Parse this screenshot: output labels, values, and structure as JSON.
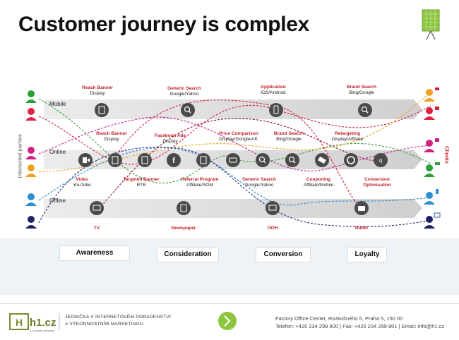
{
  "title": "Customer journey is complex",
  "channels": {
    "mobile": "Mobile",
    "online": "Online",
    "offline": "Offline"
  },
  "side_labels": {
    "left": "Interested parties",
    "right": "Clients"
  },
  "touchpoints": {
    "reach_banner_mobile": {
      "name": "Reach Banner",
      "sub": "Display"
    },
    "generic_search_mobile": {
      "name": "Generic Search",
      "sub": "Google/Yahoo"
    },
    "application": {
      "name": "Application",
      "sub": "iOS/Android"
    },
    "brand_search_mobile": {
      "name": "Brand Search",
      "sub": "Bing/Google"
    },
    "reach_banner_online": {
      "name": "Reach Banner",
      "sub": "Display"
    },
    "facebook_ads": {
      "name": "Facebook Ads",
      "sub": "Display"
    },
    "price_comparison": {
      "name": "Price Comparison",
      "sub": "Display/Google/Aff."
    },
    "brand_search_online": {
      "name": "Brand Search",
      "sub": "Bing/Google"
    },
    "retargeting": {
      "name": "Retargeting",
      "sub": "Display/Affiliate"
    },
    "video": {
      "name": "Video",
      "sub": "YouTube"
    },
    "targeted_banner": {
      "name": "Targeted Banner",
      "sub": "RTB"
    },
    "referral_program": {
      "name": "Referral Program",
      "sub": "Affiliate/SOM"
    },
    "generic_search_online": {
      "name": "Generic Search",
      "sub": "Google/Yahoo"
    },
    "couponing": {
      "name": "Couponing",
      "sub": "Affiliate/Mobile"
    },
    "conversion_optimisation": {
      "name": "Conversion",
      "sub": "Optimisation"
    },
    "tv": {
      "name": "TV"
    },
    "newspaper": {
      "name": "Newspaper"
    },
    "ooh": {
      "name": "OOH"
    },
    "radio": {
      "name": "Radio"
    }
  },
  "stages": [
    "Awareness",
    "Consideration",
    "Conversion",
    "Loyalty"
  ],
  "footer": {
    "logo": "h1.cz",
    "logo_sub": "a GroupM company",
    "tagline1": "JEDNIČKA V INTERNETOVÉM PORADENSTVÍ",
    "tagline2": "A VÝKONNOSTNÍM MARKETINGU",
    "address": "Factory Office Center, Rozkošného 5, Praha 5, 150 00",
    "contact": "Telefon: +420 234 299 800 | Fax: +420 234 299 801 | Email: info@h1.cz"
  },
  "colors": {
    "accent_red": "#c0202a",
    "band_gray": "#d6d6d6",
    "icon_dark": "#4a4a4a",
    "green": "#7ab648"
  }
}
